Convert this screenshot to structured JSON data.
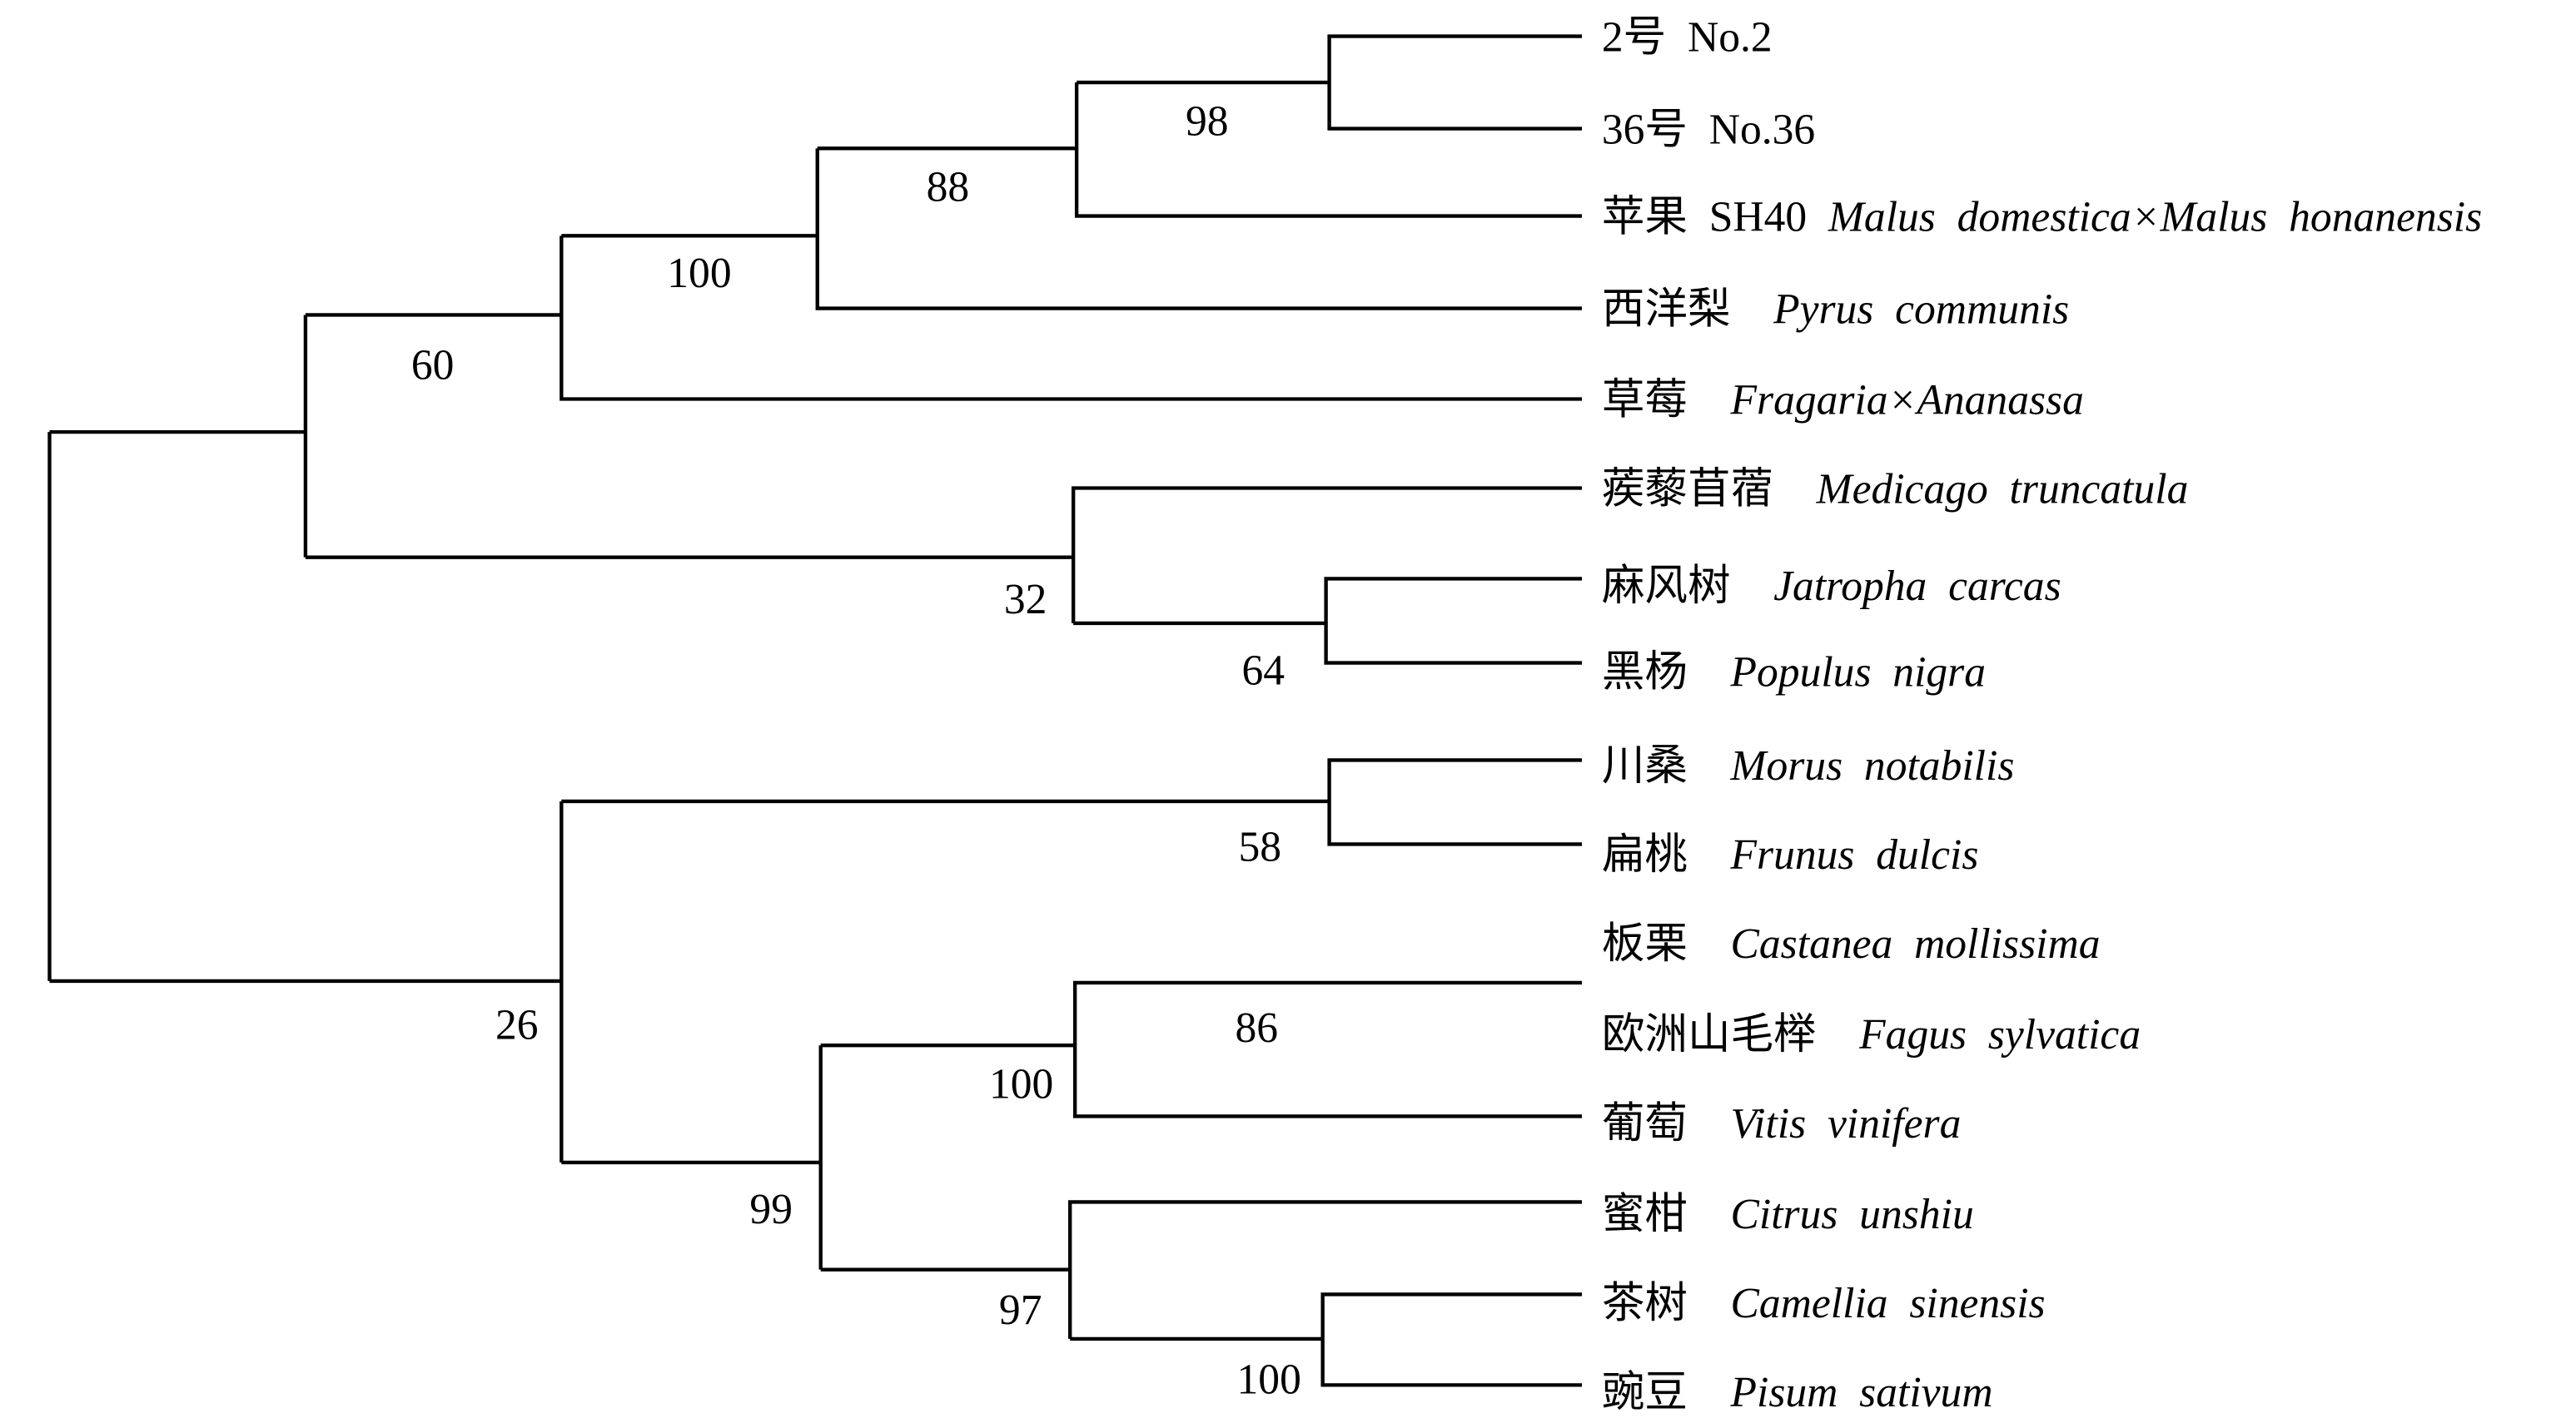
{
  "tree": {
    "leaves": [
      {
        "cn": "2号",
        "code": "No.2",
        "latin": ""
      },
      {
        "cn": "36号",
        "code": "No.36",
        "latin": ""
      },
      {
        "cn": "苹果",
        "code": "SH40",
        "latin": "Malus  domestica×Malus  honanensis"
      },
      {
        "cn": "西洋梨",
        "code": "",
        "latin": "Pyrus  communis"
      },
      {
        "cn": "草莓",
        "code": "",
        "latin": "Fragaria×Ananassa"
      },
      {
        "cn": "蒺藜苜蓿",
        "code": "",
        "latin": "Medicago  truncatula"
      },
      {
        "cn": "麻风树",
        "code": "",
        "latin": "Jatropha  carcas"
      },
      {
        "cn": "黑杨",
        "code": "",
        "latin": "Populus  nigra"
      },
      {
        "cn": "川桑",
        "code": "",
        "latin": "Morus  notabilis"
      },
      {
        "cn": "扁桃",
        "code": "",
        "latin": "Frunus  dulcis"
      },
      {
        "cn": "板栗",
        "code": "",
        "latin": "Castanea  mollissima"
      },
      {
        "cn": "欧洲山毛榉",
        "code": "",
        "latin": "Fagus  sylvatica"
      },
      {
        "cn": "葡萄",
        "code": "",
        "latin": "Vitis  vinifera"
      },
      {
        "cn": "蜜柑",
        "code": "",
        "latin": "Citrus  unshiu"
      },
      {
        "cn": "茶树",
        "code": "",
        "latin": "Camellia  sinensis"
      },
      {
        "cn": "豌豆",
        "code": "",
        "latin": "Pisum  sativum"
      }
    ],
    "bootstrap": {
      "no2_no36": "98",
      "apple_clade": "88",
      "pear_clade": "100",
      "strawberry_clade": "60",
      "jatropha_populus": "64",
      "medicago_clade": "32",
      "morus_prunus": "58",
      "fagus_vitis_top": "86",
      "fagus_vitis": "100",
      "camellia_pisum": "100",
      "citrus_clade": "97",
      "lower_big_clade": "99",
      "lower_root_clade": "26"
    }
  }
}
